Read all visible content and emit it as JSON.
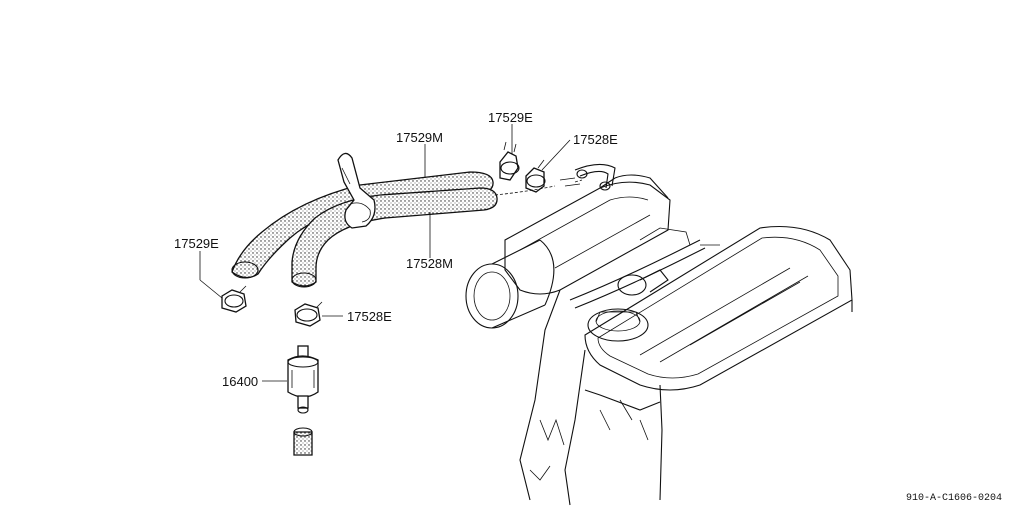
{
  "labels": {
    "hose_upper": "17529M",
    "clamp_top": "17529E",
    "clamp_top_right": "17528E",
    "clamp_left": "17529E",
    "hose_lower": "17528M",
    "clamp_mid": "17528E",
    "fuel_filter": "16400"
  },
  "figure_code": "910-A-C1606-0204"
}
